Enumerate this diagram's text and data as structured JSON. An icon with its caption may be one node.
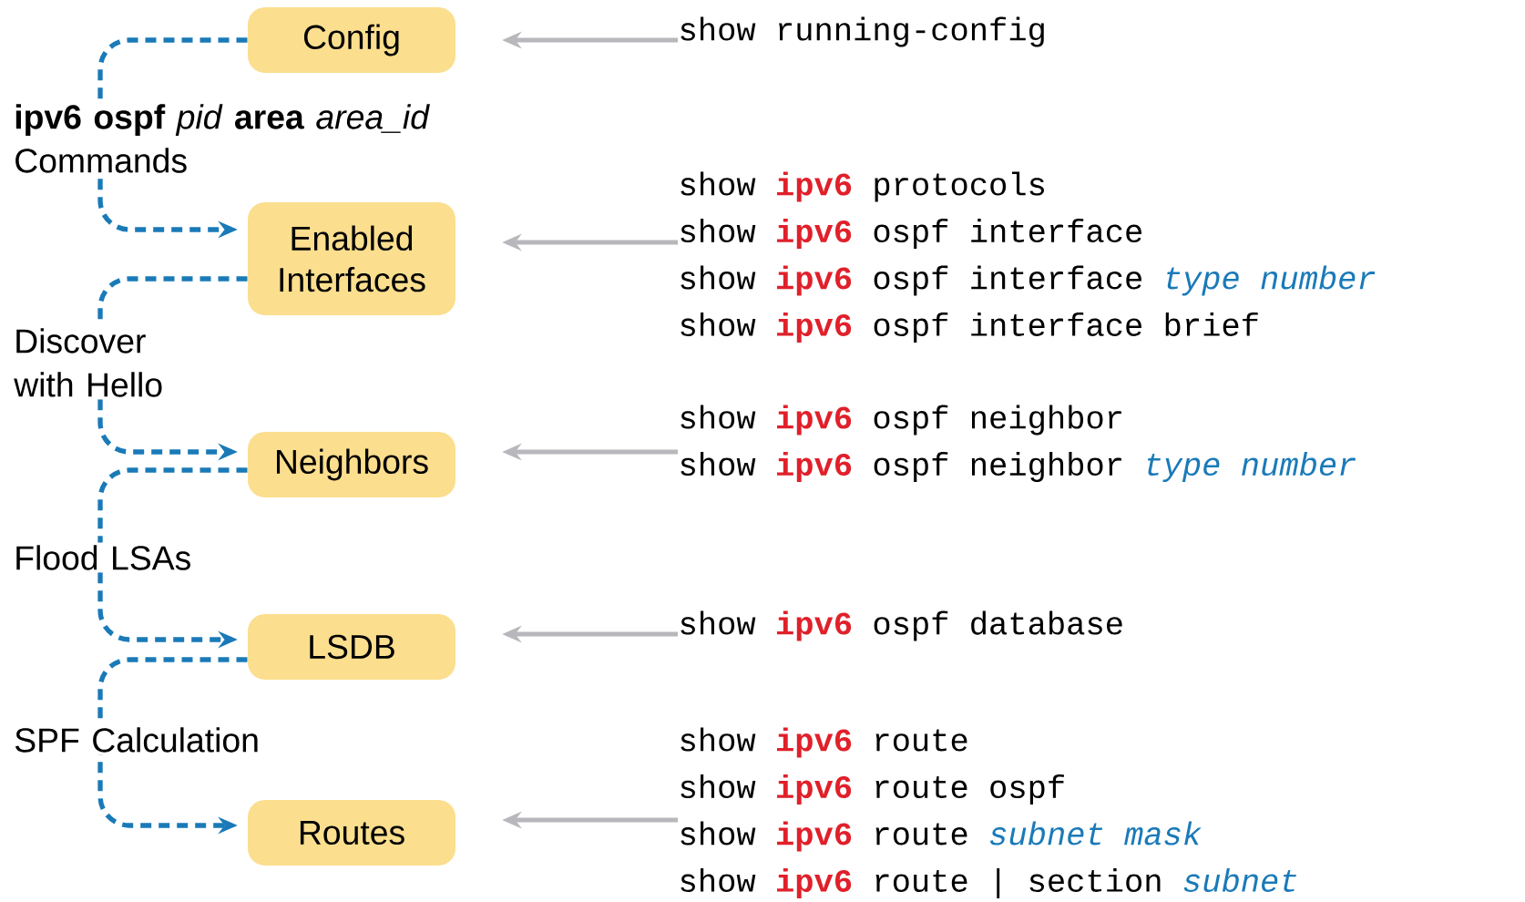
{
  "diagram": {
    "nodes": [
      {
        "text": [
          "Config"
        ]
      },
      {
        "text": [
          "Enabled Interfaces"
        ]
      },
      {
        "text": [
          "Neighbors"
        ]
      },
      {
        "text": [
          "LSDB"
        ]
      },
      {
        "text": [
          "Routes"
        ]
      },
      {
        "text": [
          "show running-config"
        ]
      },
      {
        "text": [
          "show **ipv6** protocols",
          "show **ipv6** ospf interface",
          "show **ipv6** ospf interface *type number*",
          "show **ipv6** ospf interface brief"
        ]
      },
      {
        "text": [
          "show **ipv6** ospf neighbor",
          "show **ipv6** ospf neighbor *type number*"
        ]
      },
      {
        "text": [
          "show **ipv6** ospf database"
        ]
      },
      {
        "text": [
          "show **ipv6** route",
          "show **ipv6** route ospf",
          "show **ipv6** route *subnet mask*",
          "show **ipv6** route | section *subnet*"
        ]
      }
    ],
    "edges": [
      {
        "from": 0,
        "to": 1,
        "arrow": "to",
        "style": "dashed",
        "color": "#1a7ab8",
        "label": "**ipv6 ospf** *pid* **area** *area_id* Commands"
      },
      {
        "from": 1,
        "to": 2,
        "arrow": "to",
        "style": "dashed",
        "color": "#1a7ab8",
        "label": "Discover with Hello"
      },
      {
        "from": 2,
        "to": 3,
        "arrow": "to",
        "style": "dashed",
        "color": "#1a7ab8",
        "label": "Flood LSAs"
      },
      {
        "from": 3,
        "to": 4,
        "arrow": "to",
        "style": "dashed",
        "color": "#1a7ab8",
        "label": "SPF Calculation"
      },
      {
        "from": 5,
        "to": 0,
        "arrow": "to"
      },
      {
        "from": 6,
        "to": 1,
        "arrow": "to"
      },
      {
        "from": 7,
        "to": 2,
        "arrow": "to"
      },
      {
        "from": 8,
        "to": 3,
        "arrow": "to"
      },
      {
        "from": 9,
        "to": 4,
        "arrow": "to"
      }
    ]
  }
}
